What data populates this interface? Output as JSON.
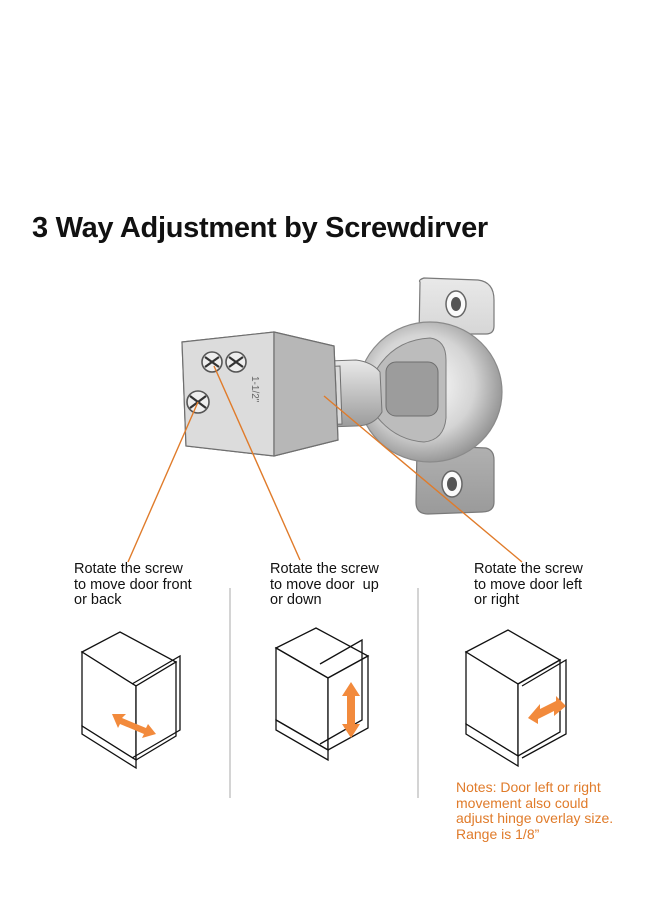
{
  "title": "3 Way Adjustment by Screwdirver",
  "colors": {
    "accent": "#e07b2a",
    "arrow_fill": "#f28a3c",
    "line": "#111111"
  },
  "steps": [
    {
      "line1": "Rotate the screw",
      "line2": "to move door front",
      "line3": "or back",
      "arrow": "double-arrow-diagonal-icon"
    },
    {
      "line1": "Rotate the screw",
      "line2": "to move door  up",
      "line3": "or down",
      "arrow": "double-arrow-vertical-icon"
    },
    {
      "line1": "Rotate the screw",
      "line2": "to move door left",
      "line3": "or right",
      "arrow": "double-arrow-horizontal-icon"
    }
  ],
  "note": {
    "line1": "Notes: Door left or right",
    "line2": "movement also could",
    "line3": "adjust hinge overlay size.",
    "line4": "Range is 1/8”"
  },
  "hinge": {
    "stamp": "1-1/2\""
  }
}
